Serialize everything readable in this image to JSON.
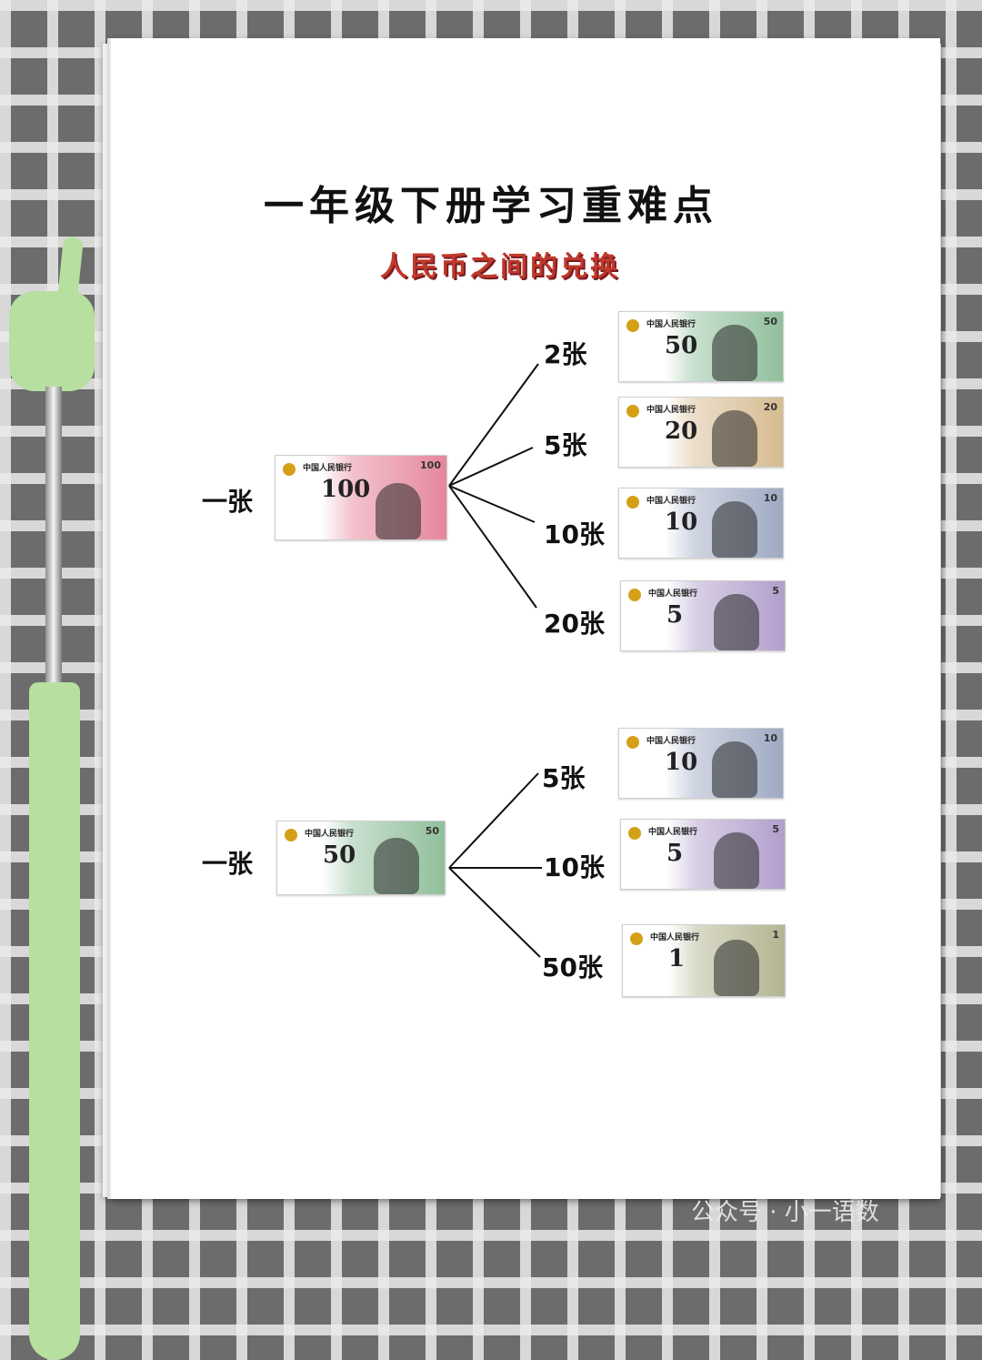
{
  "title": "一年级下册学习重难点",
  "subtitle": "人民币之间的兑换",
  "groups": [
    {
      "source": {
        "label": "一张",
        "value": "100",
        "color": "#d94a6a"
      },
      "targets": [
        {
          "count": "2张",
          "value": "50",
          "color": "#5aa06a"
        },
        {
          "count": "5张",
          "value": "20",
          "color": "#c29a5b"
        },
        {
          "count": "10张",
          "value": "10",
          "color": "#6f7fa6"
        },
        {
          "count": "20张",
          "value": "5",
          "color": "#8a6fb1"
        }
      ]
    },
    {
      "source": {
        "label": "一张",
        "value": "50",
        "color": "#5aa06a"
      },
      "targets": [
        {
          "count": "5张",
          "value": "10",
          "color": "#6f7fa6"
        },
        {
          "count": "10张",
          "value": "5",
          "color": "#8a6fb1"
        },
        {
          "count": "50张",
          "value": "1",
          "color": "#8c8f5a"
        }
      ]
    }
  ],
  "banknote_text": {
    "bank": "中国人民银行"
  },
  "watermark": "公众号 · 小一语数",
  "colors": {
    "title": "#111111",
    "subtitle": "#c0392b",
    "pointer": "#b7dfa0"
  }
}
